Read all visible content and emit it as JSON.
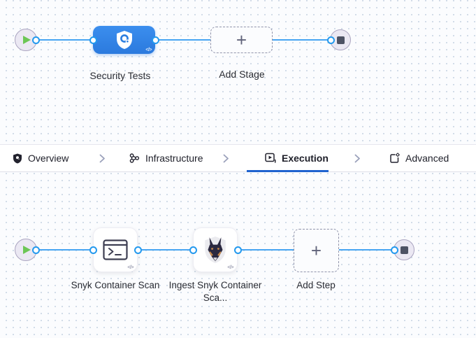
{
  "icons": {
    "plus": "+",
    "code_glyph": "</>"
  },
  "stage_canvas": {
    "stage_label": "Security Tests",
    "add_stage_label": "Add Stage"
  },
  "tabs": [
    {
      "label": "Overview",
      "active": false
    },
    {
      "label": "Infrastructure",
      "active": false
    },
    {
      "label": "Execution",
      "active": true
    },
    {
      "label": "Advanced",
      "active": false
    }
  ],
  "execution_canvas": {
    "step1_label": "Snyk Container Scan",
    "step2_label": "Ingest Snyk Container Sca...",
    "add_step_label": "Add Step"
  },
  "colors": {
    "connector_blue": "#47a5f2",
    "stage_blue": "#2b7ade",
    "active_tab_underline": "#2063cf",
    "play_green": "#6cc655",
    "canvas_dot": "#cfdae6"
  }
}
